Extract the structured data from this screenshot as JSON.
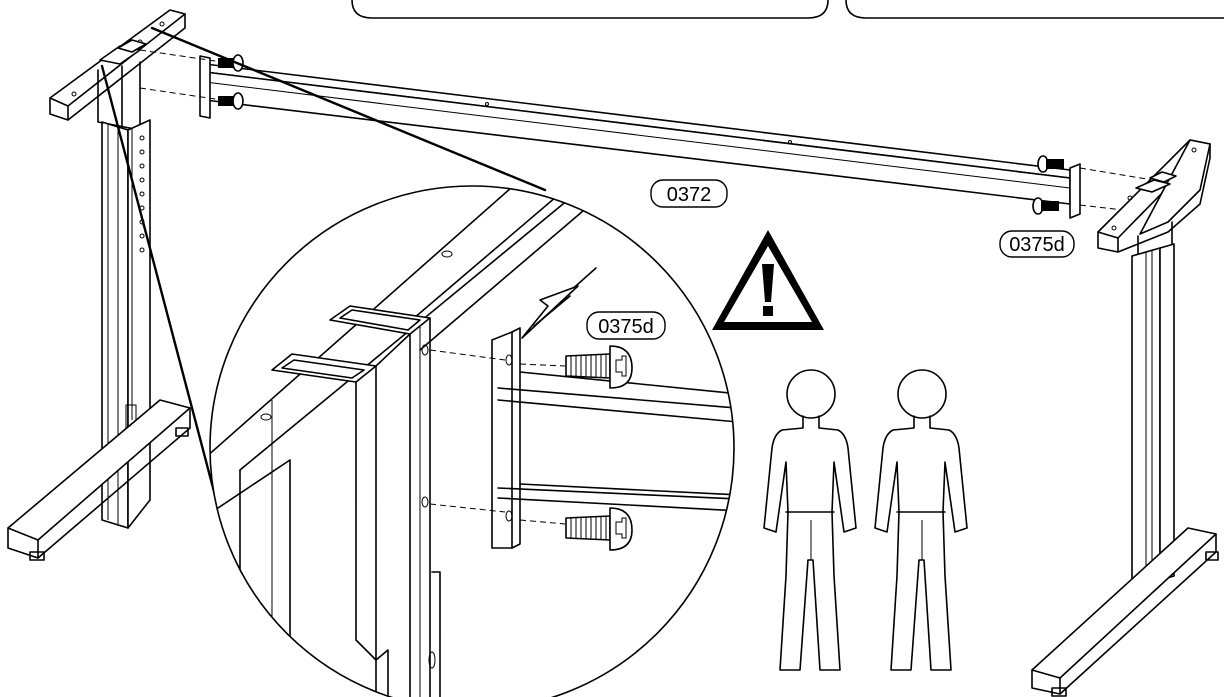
{
  "labels": {
    "rail_part": "0372",
    "screw_part_main": "0375d",
    "screw_part_detail": "0375d"
  },
  "icons": {
    "warning": "warning-triangle-icon",
    "persons": "two-person-lift-icon"
  }
}
